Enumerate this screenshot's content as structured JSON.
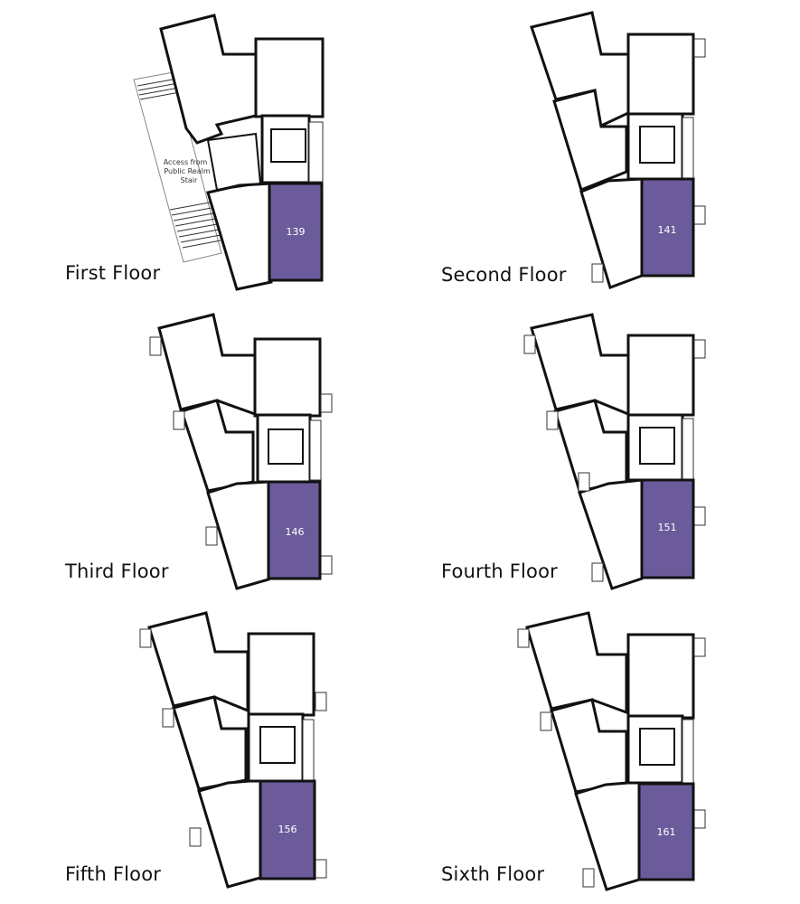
{
  "floors": [
    {
      "title": "First Floor",
      "unit": "139"
    },
    {
      "title": "Second Floor",
      "unit": "141"
    },
    {
      "title": "Third Floor",
      "unit": "146"
    },
    {
      "title": "Fourth Floor",
      "unit": "151"
    },
    {
      "title": "Fifth Floor",
      "unit": "156"
    },
    {
      "title": "Sixth Floor",
      "unit": "161"
    }
  ],
  "first_floor_stair_note": [
    "Access from",
    "Public Realm",
    "Stair"
  ]
}
